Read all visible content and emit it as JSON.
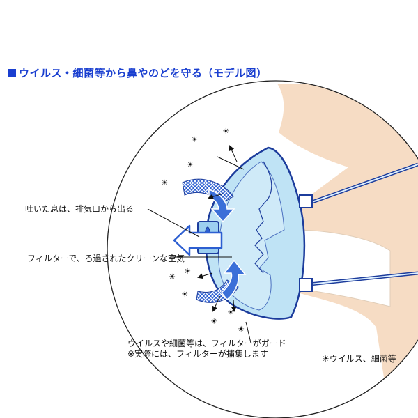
{
  "title": "ウイルス・細菌等から鼻やのどを守る（モデル図）",
  "labels": {
    "exhale": "吐いた息は、排気口から出る",
    "filter": "フィルターで、ろ過されたクリーンな空気",
    "virus_guard": "ウイルスや細菌等は、フィルターがガード",
    "note": "※実際には、フィルターが捕集します",
    "legend": "ウイルス、細菌等"
  },
  "icons": {
    "virus": "sun-asterisk-icon",
    "legend_symbol": "☀"
  },
  "colors": {
    "title_blue": "#1a3fd0",
    "skin": "#f6dcc4",
    "mask": "#bfe3f5",
    "mask_outline": "#1c3c9c",
    "arrow_blue": "#3b6fd8",
    "mesh_blue": "#2d5fd1"
  }
}
